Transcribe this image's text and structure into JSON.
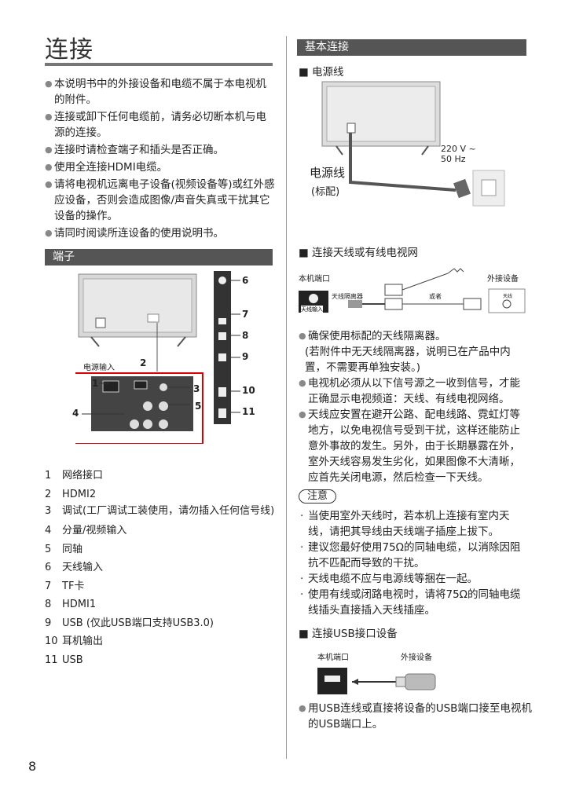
{
  "page": {
    "title": "连接",
    "page_number": "8"
  },
  "intro_bullets": [
    "本说明书中的外接设备和电缆不属于本电视机的附件。",
    "连接或卸下任何电缆前，请务必切断本机与电源的连接。",
    "连接时请检查端子和插头是否正确。",
    "使用全连接HDMI电缆。",
    "请将电视机远离电子设备(视频设备等)或红外感应设备，否则会造成图像/声音失真或干扰其它设备的操作。",
    "请同时阅读所连设备的使用说明书。"
  ],
  "terminals": {
    "heading": "端子",
    "figure_labels": {
      "power_in": "电源输入",
      "n1": "1",
      "n2": "2",
      "n3": "3",
      "n4": "4",
      "n5": "5",
      "n6": "6",
      "n7": "7",
      "n8": "8",
      "n9": "9",
      "n10": "10",
      "n11": "11"
    },
    "items": [
      {
        "num": "1",
        "text": "网络接口"
      },
      {
        "num": "2",
        "text": "HDMI2"
      },
      {
        "num": "3",
        "text": "调试(工厂调试工装使用，请勿插入任何信号线)"
      },
      {
        "num": "4",
        "text": "分量/视频输入"
      },
      {
        "num": "5",
        "text": "同轴"
      },
      {
        "num": "6",
        "text": "天线输入"
      },
      {
        "num": "7",
        "text": "TF卡"
      },
      {
        "num": "8",
        "text": "HDMI1"
      },
      {
        "num": "9",
        "text": "USB (仅此USB端口支持USB3.0)"
      },
      {
        "num": "10",
        "text": "耳机输出"
      },
      {
        "num": "11",
        "text": "USB"
      }
    ]
  },
  "basic": {
    "heading": "基本连接",
    "power": {
      "heading": "电源线",
      "voltage": "220 V ~",
      "freq": "50 Hz",
      "cord_label": "电源线",
      "cord_sub": "(标配)"
    },
    "antenna": {
      "heading": "连接天线或有线电视网",
      "unit_port": "本机端口",
      "external": "外接设备",
      "isolator": "天线隔离器",
      "or": "或者",
      "ant_in": "天线输入",
      "ext_port": "天线",
      "bullets": [
        "确保使用标配的天线隔离器。",
        "电视机必须从以下信号源之一收到信号，才能正确显示电视频道：天线、有线电视网络。",
        "天线应安置在避开公路、配电线路、霓虹灯等地方，以免电视信号受到干扰，这样还能防止意外事故的发生。另外，由于长期暴露在外，室外天线容易发生劣化，如果图像不大清晰，应首先关闭电源，然后检查一下天线。"
      ],
      "paren": "(若附件中无天线隔离器，说明已在产品中内置，不需要再单独安装。)",
      "note_label": "注意",
      "notes": [
        "当使用室外天线时，若本机上连接有室内天线，请把其导线由天线端子插座上拔下。",
        "建议您最好使用75Ω的同轴电缆，以消除因阻抗不匹配而导致的干扰。",
        "天线电缆不应与电源线等捆在一起。",
        "使用有线或闭路电视时，请将75Ω的同轴电缆线插头直接插入天线插座。"
      ]
    },
    "usb": {
      "heading": "连接USB接口设备",
      "unit_port": "本机端口",
      "external": "外接设备",
      "bullet": "用USB连线或直接将设备的USB端口接至电视机的USB端口上。"
    }
  }
}
